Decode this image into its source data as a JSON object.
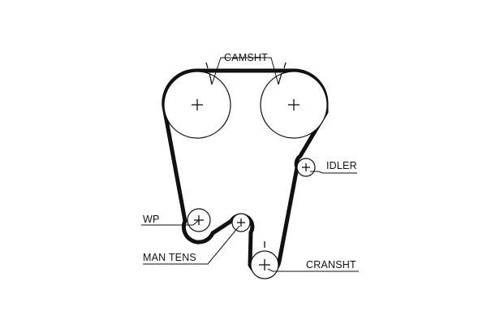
{
  "diagram": {
    "labels": {
      "camshaft": "CAMSHT",
      "idler": "IDLER",
      "water_pump": "WP",
      "manual_tensioner": "MAN TENS",
      "crankshaft": "CRANSHT"
    },
    "colors": {
      "stroke": "#111111",
      "background": "#ffffff"
    }
  }
}
